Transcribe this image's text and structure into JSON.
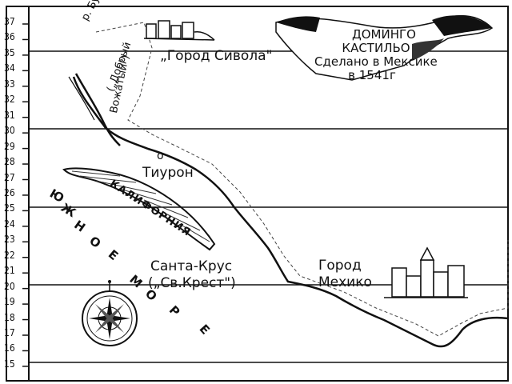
{
  "latitude_scale": [
    "37",
    "36",
    "35",
    "34",
    "33",
    "32",
    "31",
    "30",
    "29",
    "28",
    "27",
    "26",
    "25",
    "24",
    "23",
    "22",
    "21",
    "20",
    "19",
    "18",
    "17",
    "16",
    "15"
  ],
  "labels": {
    "cibola": "„Город Сивола\"",
    "tiburon_o": "о",
    "tiburon": "Тиурон",
    "santa_cruz_line1": "Санта-Крус",
    "santa_cruz_line2": "(„Св.Крест\")",
    "mexico_line1": "Город",
    "mexico_line2": "Мехико",
    "river_line1": "р. Буэно-Гиа",
    "river_line2": "(„Добрый",
    "river_line3": "Вожатый\")",
    "california": "КАЛИФОРНИЯ"
  },
  "sea_letters": [
    "Ю",
    "Ж",
    "Н",
    "О",
    "Е",
    "М",
    "О",
    "Р",
    "Е"
  ],
  "cartouche": {
    "line1": "ДОМИНГО",
    "line2": "КАСТИЛЬО",
    "line3": "Сделано в Мексике",
    "line4": "в 1541г"
  },
  "colors": {
    "ink": "#111111",
    "paper": "#ffffff"
  }
}
